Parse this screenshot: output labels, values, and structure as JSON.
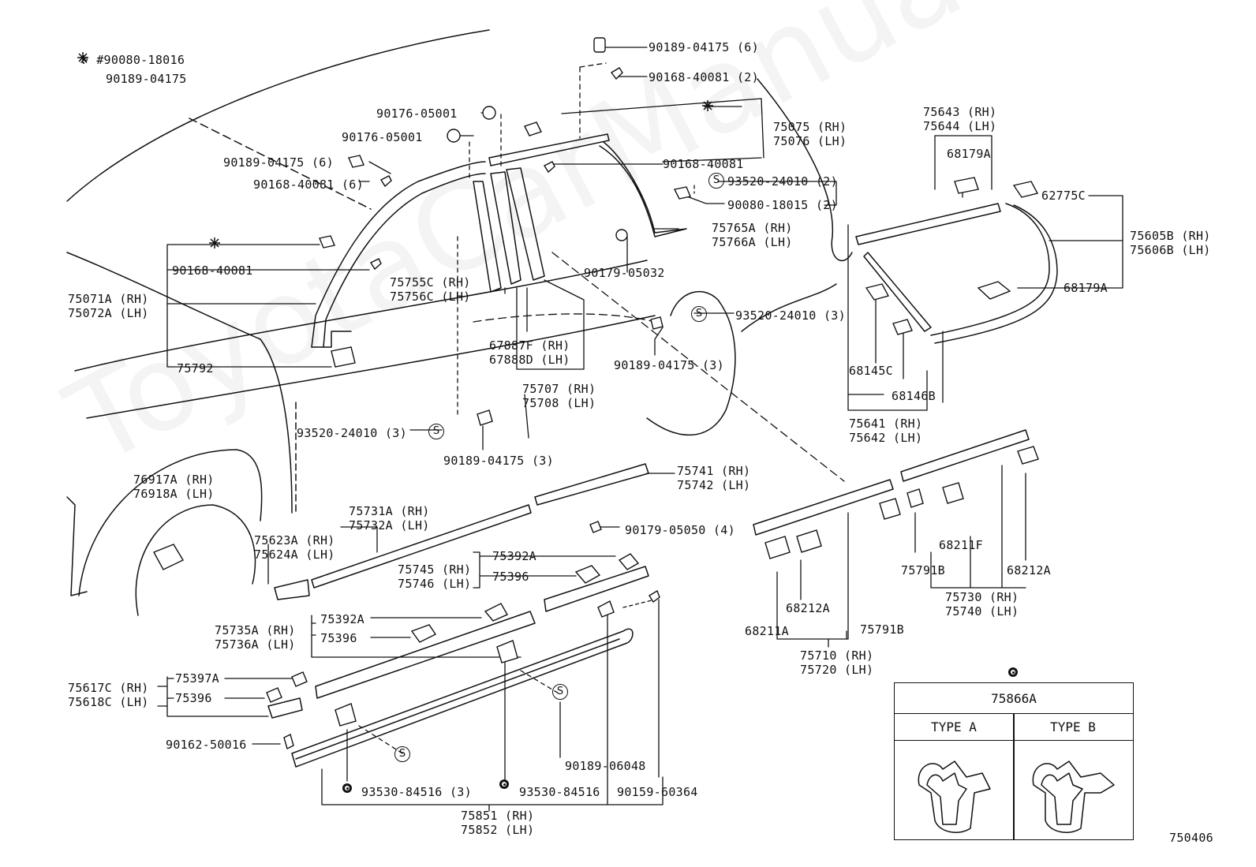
{
  "watermark": "ToyotaCarManual.ru",
  "figure_number": "750406",
  "notes": {
    "mark_line": "※ #90080-18016",
    "mark_sub": "90189-04175"
  },
  "labels": {
    "p90189_04175_6_top": "90189-04175 (6)",
    "p90168_40081_2": "90168-40081 (2)",
    "p90176_05001_a": "90176-05001",
    "p90176_05001_b": "90176-05001",
    "p75075": "75075 (RH)",
    "p75076": "75076 (LH)",
    "p90189_04175_6_left": "90189-04175 (6)",
    "p90168_40081_6": "90168-40081 (6)",
    "p90168_40081_mid": "90168-40081",
    "p93520_24010_2": "93520-24010 (2)",
    "p90080_18015_2": "90080-18015 (2)",
    "p75765A": "75765A (RH)",
    "p75766A": "75766A (LH)",
    "p90168_40081_left": "90168-40081",
    "p90179_05032": "90179-05032",
    "p75755C": "75755C (RH)",
    "p75756C": "75756C (LH)",
    "p75071A": "75071A (RH)",
    "p75072A": "75072A (LH)",
    "p93520_24010_3a": "93520-24010 (3)",
    "p67887F": "67887F (RH)",
    "p67888D": "67888D (LH)",
    "p75792": "75792",
    "p90189_04175_3a": "90189-04175 (3)",
    "p75707": "75707 (RH)",
    "p75708": "75708 (LH)",
    "p93520_24010_3b": "93520-24010 (3)",
    "p90189_04175_3b": "90189-04175 (3)",
    "p75741": "75741 (RH)",
    "p75742": "75742 (LH)",
    "p76917A": "76917A (RH)",
    "p76918A": "76918A (LH)",
    "p75731A": "75731A (RH)",
    "p75732A": "75732A (LH)",
    "p90179_05050_4": "90179-05050 (4)",
    "p75623A": "75623A (RH)",
    "p75624A": "75624A (LH)",
    "p75392A_a": "75392A",
    "p75745": "75745 (RH)",
    "p75746": "75746 (LH)",
    "p75396_a": "75396",
    "p75392A_b": "75392A",
    "p75735A": "75735A (RH)",
    "p75736A": "75736A (LH)",
    "p75396_b": "75396",
    "p75397A": "75397A",
    "p75617C": "75617C (RH)",
    "p75618C": "75618C (LH)",
    "p75396_c": "75396",
    "p90162_50016": "90162-50016",
    "p93530_84516_3": "93530-84516 (3)",
    "p93530_84516": "93530-84516",
    "p90189_06048": "90189-06048",
    "p90159_60364": "90159-60364",
    "p75851": "75851 (RH)",
    "p75852": "75852 (LH)",
    "p75643": "75643 (RH)",
    "p75644": "75644 (LH)",
    "p68179A_a": "68179A",
    "p62775C": "62775C",
    "p75605B": "75605B (RH)",
    "p75606B": "75606B (LH)",
    "p68179A_b": "68179A",
    "p68145C": "68145C",
    "p68146B": "68146B",
    "p75641": "75641 (RH)",
    "p75642": "75642 (LH)",
    "p68211F": "68211F",
    "p75791B_a": "75791B",
    "p68212A_a": "68212A",
    "p75730": "75730 (RH)",
    "p75740": "75740 (LH)",
    "p68212A_b": "68212A",
    "p68211A": "68211A",
    "p75791B_b": "75791B",
    "p75710": "75710 (RH)",
    "p75720": "75720 (LH)"
  },
  "symbols": {
    "s_mark": "S"
  },
  "legend_table": {
    "part": "75866A",
    "type_a": "TYPE A",
    "type_b": "TYPE B"
  }
}
